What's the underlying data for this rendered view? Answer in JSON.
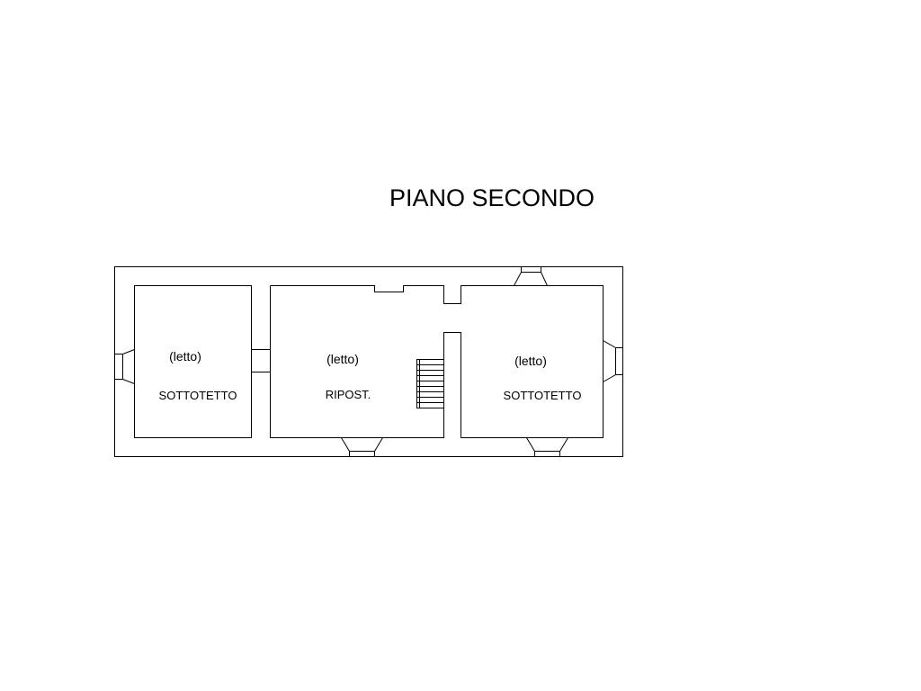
{
  "title": "PIANO SECONDO",
  "rooms": [
    {
      "name": "SOTTOTETTO",
      "note": "(letto)"
    },
    {
      "name": "RIPOST.",
      "note": "(letto)"
    },
    {
      "name": "SOTTOTETTO",
      "note": "(letto)"
    }
  ],
  "colors": {
    "line": "#000000",
    "background": "#ffffff"
  }
}
